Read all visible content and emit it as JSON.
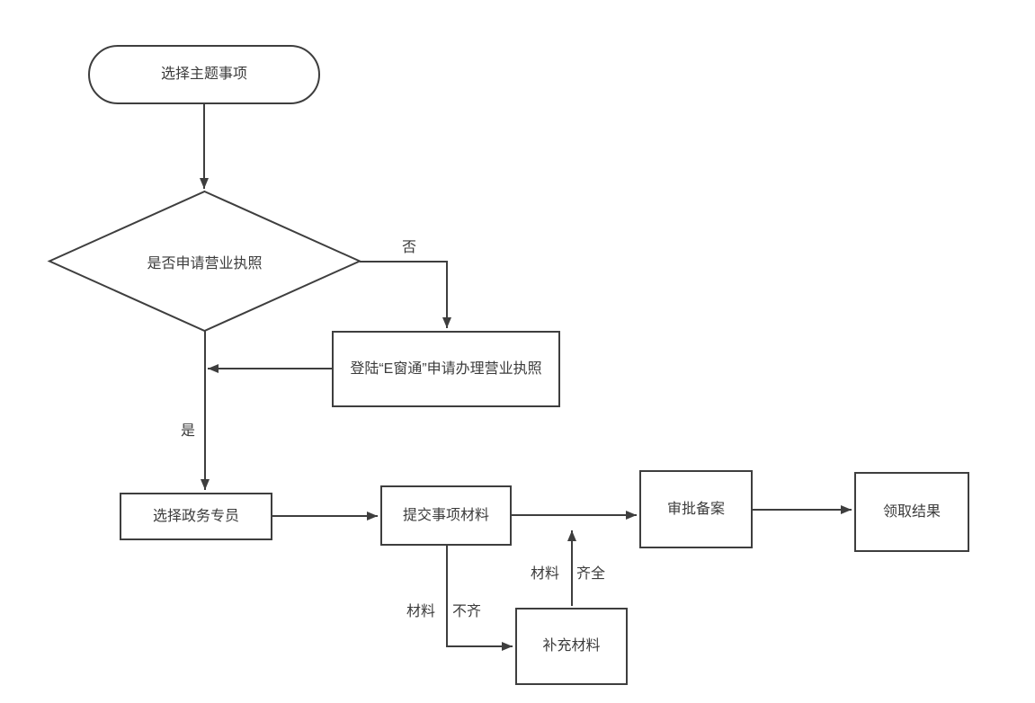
{
  "diagram": {
    "type": "flowchart",
    "background": "#ffffff",
    "stroke_color": "#3e3e3e",
    "text_color": "#3c3c3c",
    "nodes": {
      "start": {
        "shape": "stadium",
        "label": "选择主题事项"
      },
      "decision": {
        "shape": "diamond",
        "label": "是否申请营业执照"
      },
      "ewindow": {
        "shape": "rect",
        "label": "登陆“E窗通”申请办理营业执照"
      },
      "specialist": {
        "shape": "rect",
        "label": "选择政务专员"
      },
      "submit": {
        "shape": "rect",
        "label": "提交事项材料"
      },
      "approval": {
        "shape": "rect",
        "label": "审批备案"
      },
      "result": {
        "shape": "rect",
        "label": "领取结果"
      },
      "supplement": {
        "shape": "rect",
        "label": "补充材料"
      }
    },
    "edge_labels": {
      "no": "否",
      "yes": "是",
      "materials_a": "材料",
      "incomplete": "不齐",
      "materials_b": "材料",
      "complete": "齐全"
    },
    "edges": [
      {
        "from": "start",
        "to": "decision",
        "label": ""
      },
      {
        "from": "decision",
        "to": "ewindow",
        "label": "否"
      },
      {
        "from": "ewindow",
        "to": "yes-branch",
        "label": ""
      },
      {
        "from": "decision",
        "to": "specialist",
        "label": "是"
      },
      {
        "from": "specialist",
        "to": "submit",
        "label": ""
      },
      {
        "from": "submit",
        "to": "approval",
        "label": "材料齐全"
      },
      {
        "from": "approval",
        "to": "result",
        "label": ""
      },
      {
        "from": "submit",
        "to": "supplement",
        "label": "材料不齐"
      },
      {
        "from": "supplement",
        "to": "approval",
        "label": "材料齐全"
      }
    ]
  }
}
